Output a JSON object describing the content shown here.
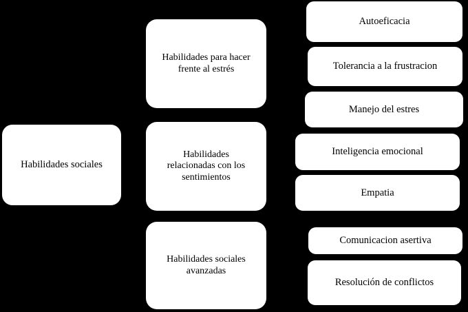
{
  "diagram": {
    "type": "hierarchy-tree",
    "orientation": "left-to-right",
    "background_color": "#000000",
    "node_fill_color": "#ffffff",
    "node_text_color": "#000000",
    "root": {
      "label": "Habilidades sociales"
    },
    "categories": [
      {
        "label": "Habilidades para hacer\nfrente al estrés"
      },
      {
        "label": "Habilidades\nrelacionadas con los\nsentimientos"
      },
      {
        "label": "Habilidades sociales\navanzadas"
      }
    ],
    "leaves": [
      {
        "label": "Autoeficacia"
      },
      {
        "label": "Tolerancia a la frustracion"
      },
      {
        "label": "Manejo del estres"
      },
      {
        "label": "Inteligencia emocional"
      },
      {
        "label": "Empatia"
      },
      {
        "label": "Comunicacion asertiva"
      },
      {
        "label": "Resolución de conflictos"
      }
    ]
  }
}
